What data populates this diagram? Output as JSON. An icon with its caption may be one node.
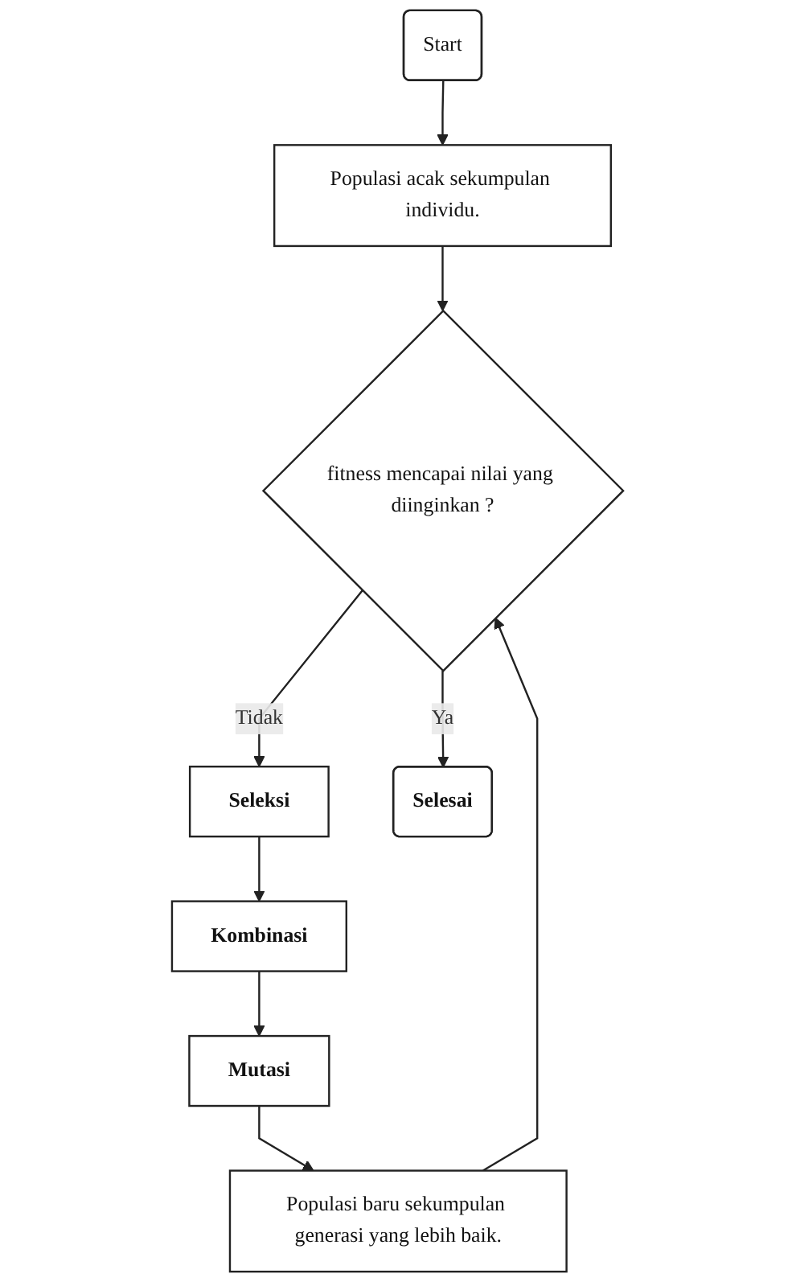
{
  "diagram": {
    "nodes": [
      {
        "text": [
          "Start"
        ]
      },
      {
        "text": [
          "Populasi acak sekumpulan individu."
        ]
      },
      {
        "text": [
          "fitness mencapai nilai yang diinginkan ?"
        ]
      },
      {
        "text": [
          "Seleksi"
        ]
      },
      {
        "text": [
          "Kombinasi"
        ]
      },
      {
        "text": [
          "Mutasi"
        ]
      },
      {
        "text": [
          "Populasi baru sekumpulan generasi yang lebih baik."
        ]
      },
      {
        "text": [
          "Selesai"
        ]
      }
    ],
    "edges": [
      {
        "from": 0,
        "to": 1,
        "arrow": "to"
      },
      {
        "from": 1,
        "to": 2,
        "arrow": "to"
      },
      {
        "from": 2,
        "to": 3,
        "arrow": "to",
        "label": "Tidak"
      },
      {
        "from": 3,
        "to": 4,
        "arrow": "to"
      },
      {
        "from": 4,
        "to": 5,
        "arrow": "to"
      },
      {
        "from": 5,
        "to": 6,
        "arrow": "to"
      },
      {
        "from": 6,
        "to": 2,
        "arrow": "to"
      },
      {
        "from": 2,
        "to": 7,
        "arrow": "to",
        "label": "Ya"
      }
    ]
  }
}
